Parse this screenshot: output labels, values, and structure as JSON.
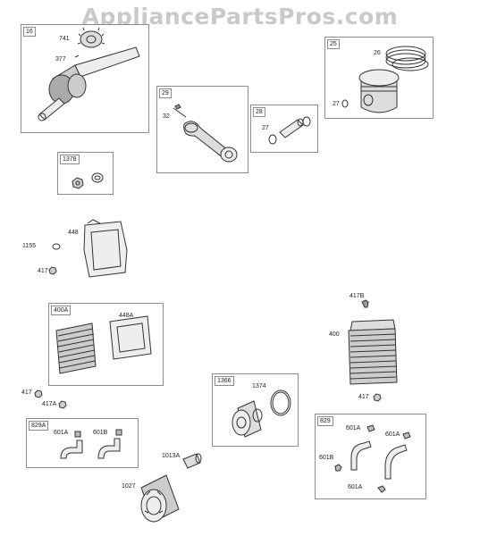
{
  "watermark": "AppliancePartsPros.com",
  "groups": {
    "g16": "16",
    "g25": "25",
    "g29": "29",
    "g28": "28",
    "g1378": "1378",
    "g400A": "400A",
    "g1366": "1366",
    "g829A": "829A",
    "g829": "829"
  },
  "parts": {
    "p741": "741",
    "p377": "377",
    "p26": "26",
    "p27a": "27",
    "p32": "32",
    "p27b": "27",
    "p448": "448",
    "p1155": "1155",
    "p417a": "417",
    "p448A": "448A",
    "p417B": "417B",
    "p400": "400",
    "p417b": "417",
    "p417A": "417A",
    "p417c": "417",
    "p1374": "1374",
    "p601A_1": "601A",
    "p601B_1": "601B",
    "p1013A": "1013A",
    "p1027": "1027",
    "p601A_2": "601A",
    "p601A_3": "601A",
    "p601B_2": "601B",
    "p601A_4": "601A"
  }
}
